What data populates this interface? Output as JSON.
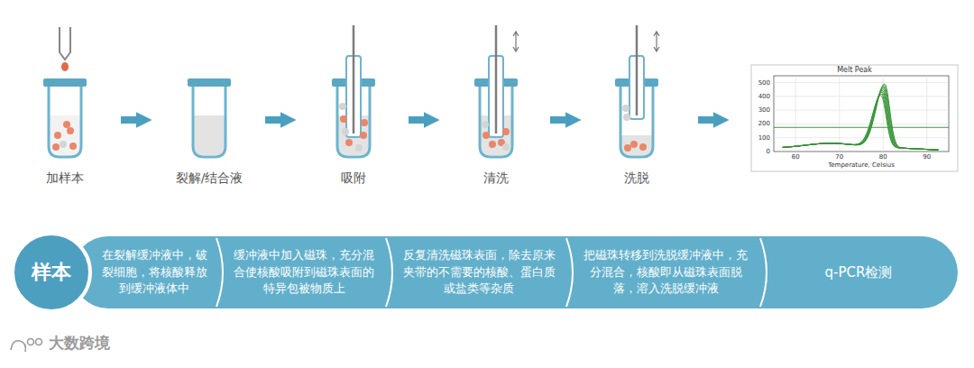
{
  "diagram": {
    "nodes": [
      {
        "text": [
          "加样本"
        ]
      },
      {
        "text": [
          "裂解/结合液"
        ]
      },
      {
        "text": [
          "吸附"
        ]
      },
      {
        "text": [
          "清洗"
        ]
      },
      {
        "text": [
          "洗脱"
        ]
      },
      {
        "text": [
          "Melt Peak"
        ]
      },
      {
        "text": [
          "样本"
        ]
      },
      {
        "text": [
          "在裂解缓冲液中，破裂细胞，将核酸释放到缓冲液体中"
        ]
      },
      {
        "text": [
          "缓冲液中加入磁珠，充分混合使核酸吸附到磁珠表面的特异包被物质上"
        ]
      },
      {
        "text": [
          "反复清洗磁珠表面，除去原来夹带的不需要的核酸、蛋白质或盐类等杂质"
        ]
      },
      {
        "text": [
          "把磁珠转移到洗脱缓冲液中，充分混合，核酸即从磁珠表面脱落，溶入洗脱缓冲液"
        ]
      },
      {
        "text": [
          "q-PCR检测"
        ]
      }
    ],
    "edges": [
      {
        "from": 0,
        "to": 1,
        "arrow": "to"
      },
      {
        "from": 1,
        "to": 2,
        "arrow": "to"
      },
      {
        "from": 2,
        "to": 3,
        "arrow": "to"
      },
      {
        "from": 3,
        "to": 4,
        "arrow": "to"
      },
      {
        "from": 4,
        "to": 5,
        "arrow": "to"
      }
    ],
    "labels": [
      "500",
      "400",
      "300",
      "200",
      "100",
      "0",
      "60",
      "70",
      "80",
      "90",
      "Temperature, Celsius",
      "大数跨境"
    ]
  }
}
